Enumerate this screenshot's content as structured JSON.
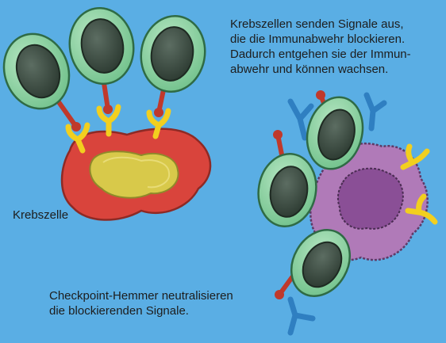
{
  "caption_top": {
    "lines": [
      "Krebszellen senden Signale aus,",
      "die die Immunabwehr blockieren.",
      "Dadurch entgehen sie der Immun-",
      "abwehr und können wachsen."
    ]
  },
  "caption_bottom": {
    "lines": [
      "Checkpoint-Hemmer neutralisieren",
      "die blockierenden Signale."
    ]
  },
  "cancer_cell_label": "Krebszelle",
  "colors": {
    "background": "#5aaee4",
    "t_cell_membrane": "#8fd4a4",
    "t_cell_nucleus": "#3a4a40",
    "cancer_cell": "#d9443c",
    "cancer_nucleus": "#d8c94a",
    "dying_cancer_cell": "#b07ab8",
    "pd1_receptor": "#c0392b",
    "pdl1_ligand": "#f2cf1f",
    "antibody": "#2f7fc1"
  }
}
